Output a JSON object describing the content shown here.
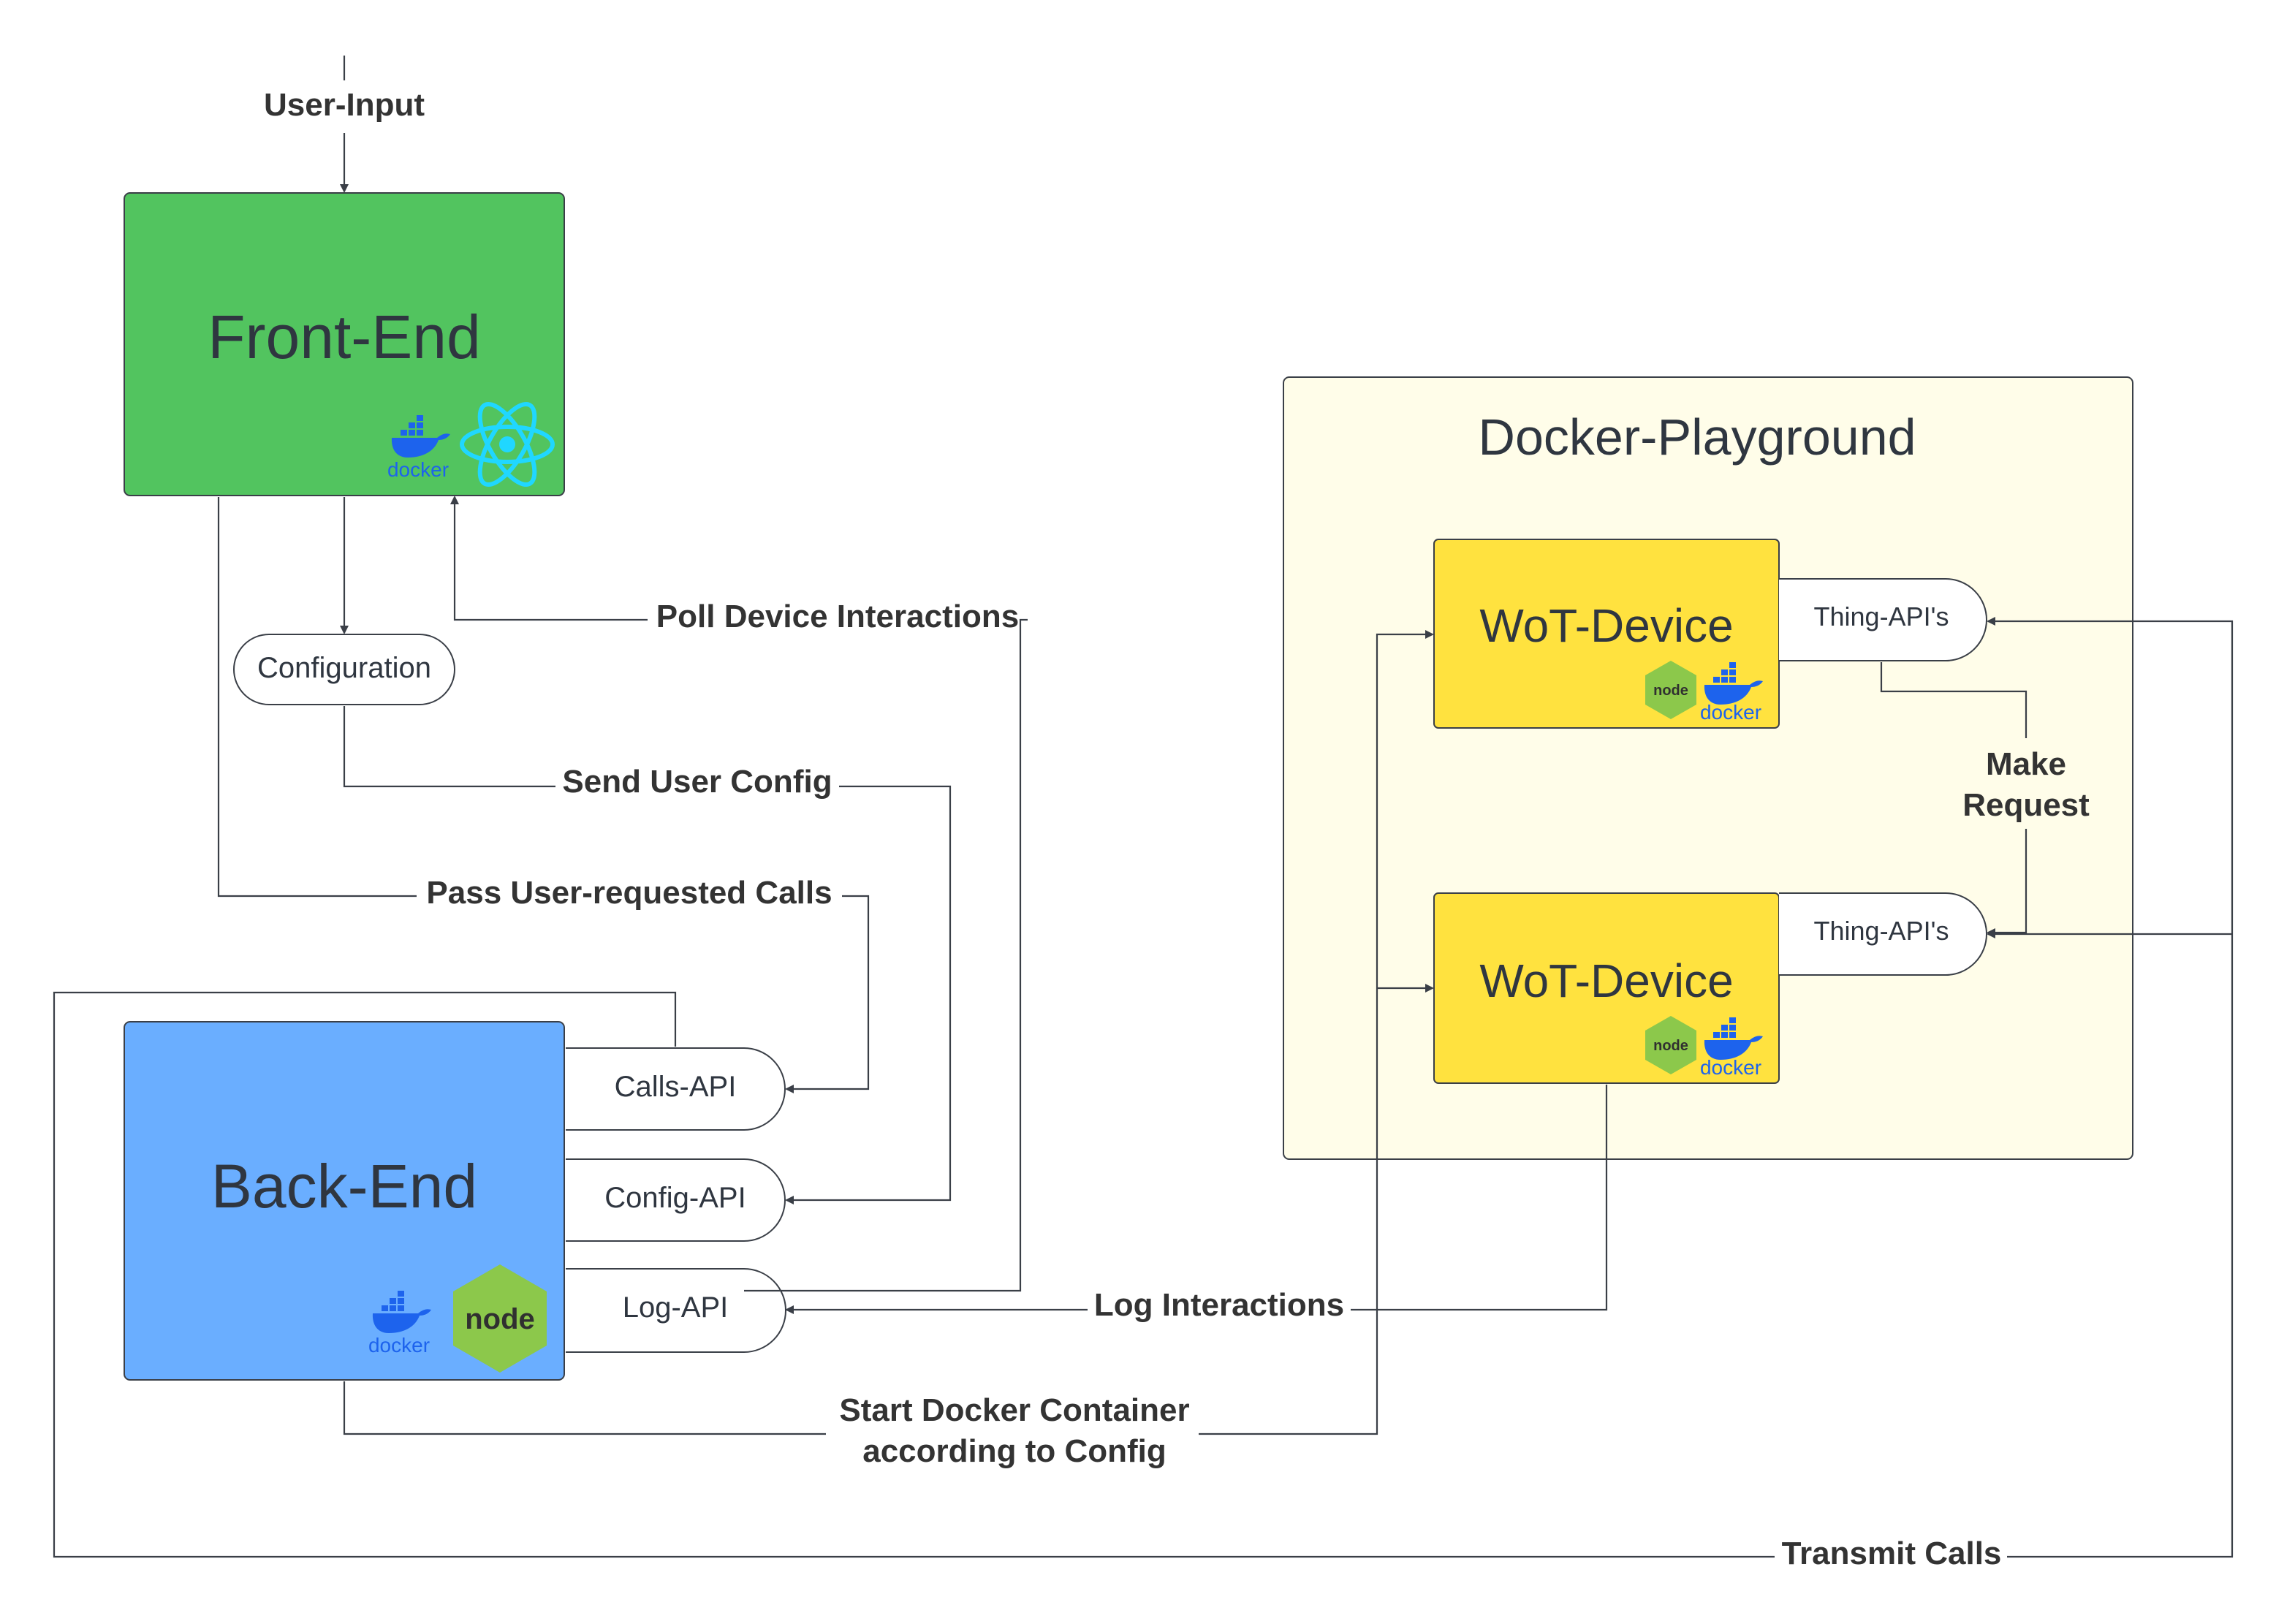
{
  "nodes": {
    "frontend": {
      "title": "Front-End",
      "fill": "#52c45f"
    },
    "backend": {
      "title": "Back-End",
      "fill": "#6aaeff"
    },
    "playground": {
      "title": "Docker-Playground",
      "fill": "#fffde9"
    },
    "wot1": {
      "title": "WoT-Device",
      "fill": "#ffe23f"
    },
    "wot2": {
      "title": "WoT-Device",
      "fill": "#ffe23f"
    }
  },
  "apis": {
    "configuration": "Configuration",
    "calls_api": "Calls-API",
    "config_api": "Config-API",
    "log_api": "Log-API",
    "thing_api_1": "Thing-API's",
    "thing_api_2": "Thing-API's"
  },
  "edges": {
    "user_input": "User-Input",
    "poll": "Poll Device Interactions",
    "send_config": "Send User Config",
    "pass_calls": "Pass User-requested Calls",
    "log_interactions": "Log Interactions",
    "start_container_1": "Start Docker Container",
    "start_container_2": "according to Config",
    "make_request_1": "Make",
    "make_request_2": "Request",
    "transmit_calls": "Transmit Calls"
  },
  "logos": {
    "docker": "docker",
    "node": "node",
    "react": "react-icon"
  },
  "colors": {
    "docker_blue": "#1d63ed",
    "react_cyan": "#20d7ff",
    "node_green": "#8cc84b",
    "line": "#3a3f47"
  }
}
